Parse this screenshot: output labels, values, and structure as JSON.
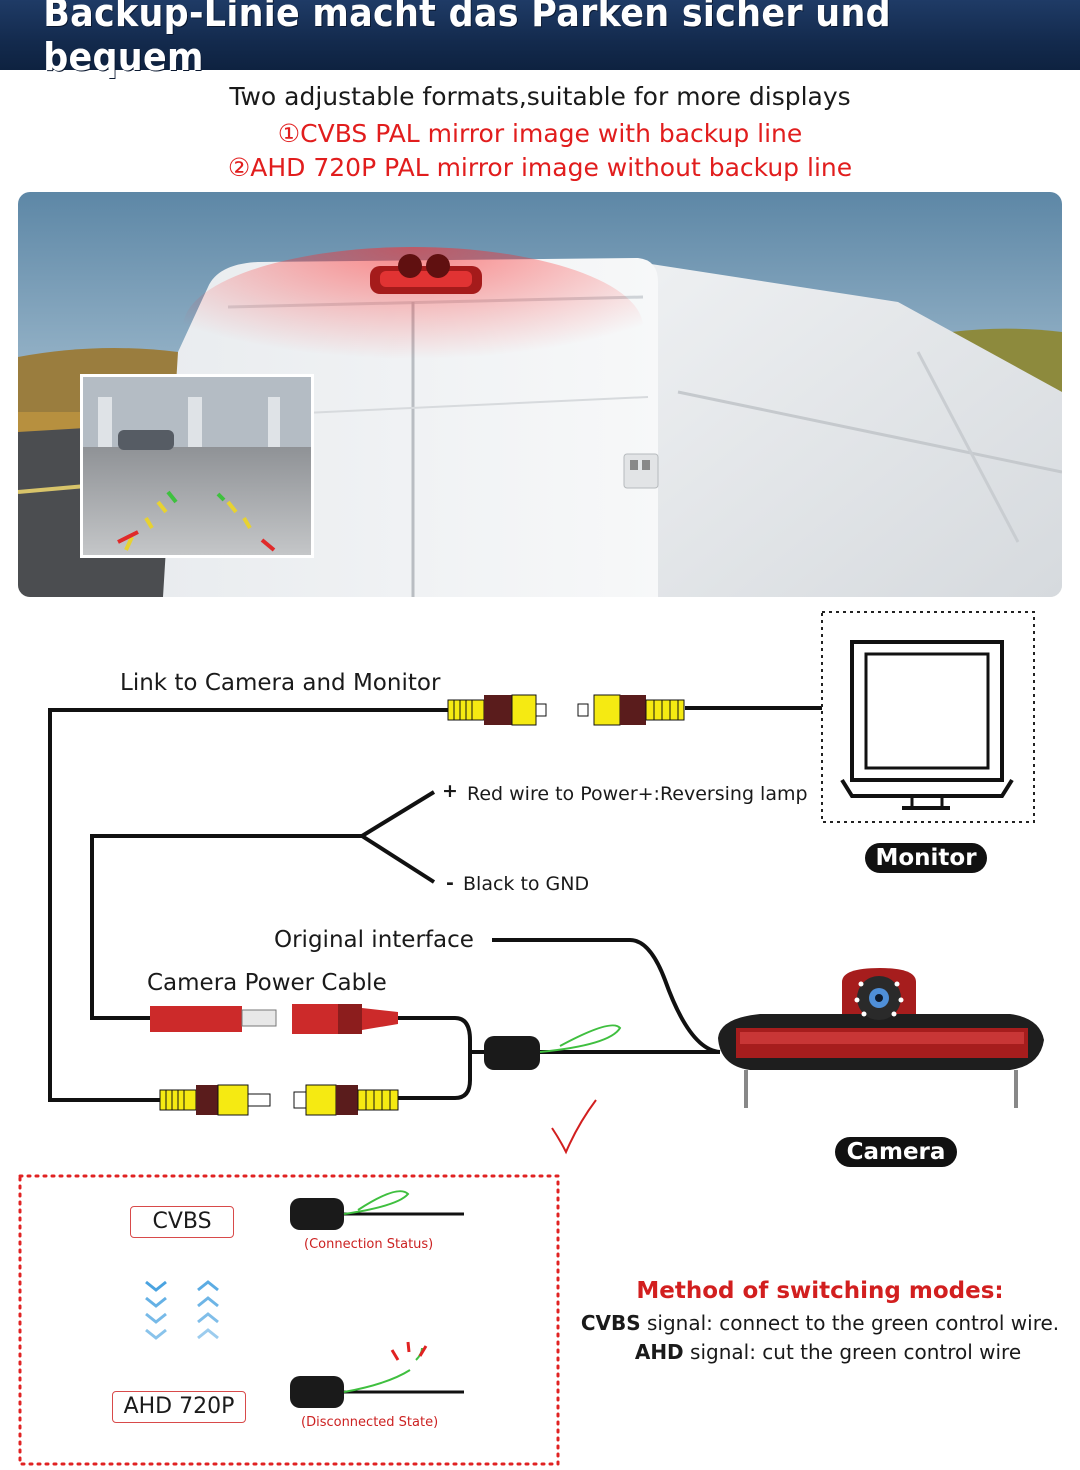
{
  "header": {
    "title": "Backup-Linie macht das Parken sicher und bequem"
  },
  "intro": {
    "line1": "Two adjustable formats,suitable for more displays",
    "line2": "①CVBS PAL mirror image with backup line",
    "line3": "②AHD 720P PAL mirror image without backup line"
  },
  "diagram": {
    "link_label": "Link to Camera and Monitor",
    "red_wire_label": "Red wire to Power+:Reversing lamp",
    "black_wire_label": "Black to GND",
    "plus_sign": "+",
    "minus_sign": "-",
    "original_interface_label": "Original interface",
    "power_cable_label": "Camera Power Cable",
    "monitor_label": "Monitor",
    "camera_label": "Camera"
  },
  "modes": {
    "cvbs_label": "CVBS",
    "ahd_label": "AHD 720P",
    "connection_status": "(Connection Status)",
    "disconnected_state": "(Disconnected State)"
  },
  "method": {
    "title": "Method of switching modes:",
    "line1_bold": "CVBS",
    "line1_rest": " signal: connect to the green control wire.",
    "line2_bold": "AHD",
    "line2_rest": " signal: cut the green control wire"
  },
  "colors": {
    "header_bg": "#132a4d",
    "accent_red": "#e11d1d",
    "rca_yellow": "#f5ea12",
    "power_red": "#cc2a2a",
    "control_wire_green": "#3fbf3f",
    "arrow_blue": "#4aa3e0"
  }
}
